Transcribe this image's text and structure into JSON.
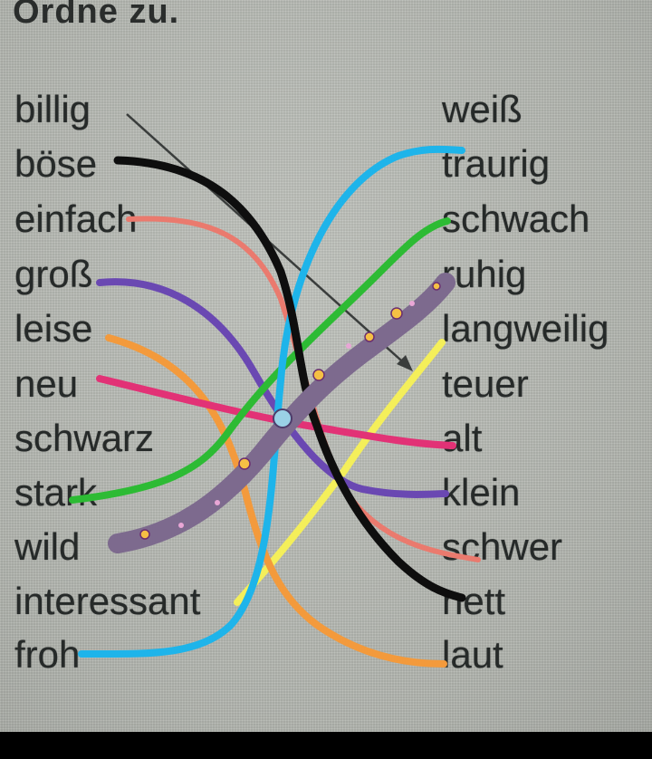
{
  "title": "Ordne zu.",
  "left_words": [
    "billig",
    "böse",
    "einfach",
    "groß",
    "leise",
    "neu",
    "schwarz",
    "stark",
    "wild",
    "interessant",
    "froh"
  ],
  "right_words": [
    "weiß",
    "traurig",
    "schwach",
    "ruhig",
    "langweilig",
    "teuer",
    "alt",
    "klein",
    "schwer",
    "nett",
    "laut"
  ],
  "line_colors": {
    "black": "#0e0e0e",
    "salmon": "#ea7a6e",
    "blue": "#1eb4ea",
    "purple": "#6a48b2",
    "green": "#2dbb34",
    "pink": "#e23276",
    "orange": "#f39a3c",
    "yellow": "#f4ef5a",
    "sticker": "#7d6a8e",
    "printed_arrow": "#3a3d3c"
  }
}
